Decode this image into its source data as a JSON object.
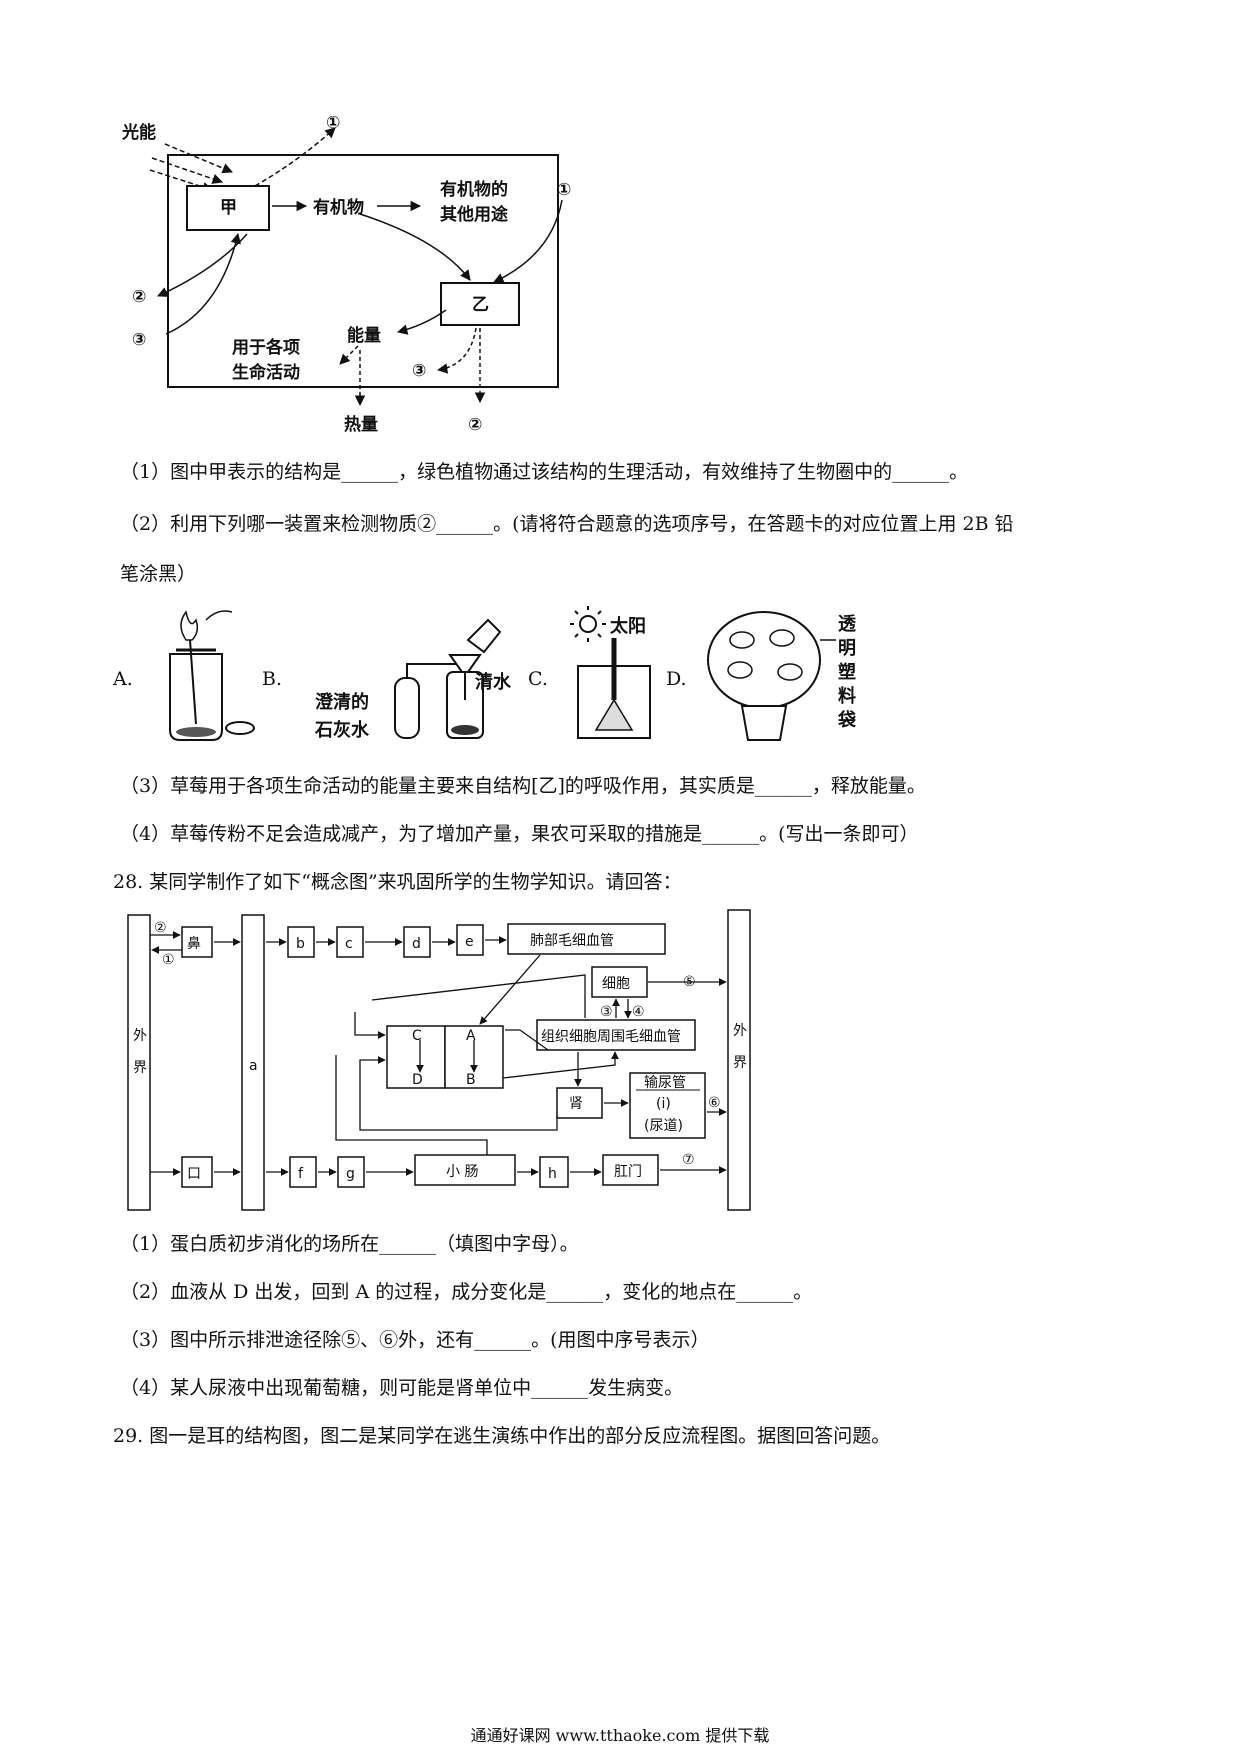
{
  "diagram1": {
    "light": "光能",
    "jia": "甲",
    "organic": "有机物",
    "other_use_1": "有机物的",
    "other_use_2": "其他用途",
    "yi": "乙",
    "energy": "能量",
    "life_1": "用于各项",
    "life_2": "生命活动",
    "heat": "热量",
    "m1": "①",
    "m2": "②",
    "m3": "③"
  },
  "q27": {
    "p1": "（1）图中甲表示的结构是______，绿色植物通过该结构的生理活动，有效维持了生物圈中的______。",
    "p2a": "（2）利用下列哪一装置来检测物质②______。(请将符合题意的选项序号，在答题卡的对应位置上用 2B 铅",
    "p2b": "笔涂黑）",
    "opt_a": "A.",
    "opt_b": "B.",
    "opt_c": "C.",
    "opt_d": "D.",
    "lime_1": "澄清的",
    "lime_2": "石灰水",
    "water": "清水",
    "sun": "太阳",
    "bag": [
      "透",
      "明",
      "塑",
      "料",
      "袋"
    ],
    "p3": "（3）草莓用于各项生命活动的能量主要来自结构[乙]的呼吸作用，其实质是______，释放能量。",
    "p4": "（4）草莓传粉不足会造成减产，为了增加产量，果农可采取的措施是______。(写出一条即可）"
  },
  "q28": {
    "title": "28. 某同学制作了如下“概念图”来巩固所学的生物学知识。请回答：",
    "outside": [
      "外",
      "界"
    ],
    "nose": "鼻",
    "mouth": "口",
    "a": "a",
    "b": "b",
    "c": "c",
    "d": "d",
    "e": "e",
    "f": "f",
    "g": "g",
    "h": "h",
    "lung_cap": "肺部毛细血管",
    "cell": "细胞",
    "tissue_cap": "组织细胞周围毛细血管",
    "heart_c": "C",
    "heart_d": "D",
    "heart_a": "A",
    "heart_b": "B",
    "kidney": "肾",
    "ureter": "输尿管",
    "ureter_i": "(i)",
    "urethra": "(尿道)",
    "intestine": "小  肠",
    "anus": "肛门",
    "n1": "①",
    "n2": "②",
    "n3": "③",
    "n4": "④",
    "n5": "⑤",
    "n6": "⑥",
    "n7": "⑦",
    "p1": "（1）蛋白质初步消化的场所在______（填图中字母）。",
    "p2": "（2）血液从 D 出发，回到 A 的过程，成分变化是______，变化的地点在______。",
    "p3": "（3）图中所示排泄途径除⑤、⑥外，还有______。(用图中序号表示）",
    "p4": "（4）某人尿液中出现葡萄糖，则可能是肾单位中______发生病变。"
  },
  "q29": {
    "title": "29. 图一是耳的结构图，图二是某同学在逃生演练中作出的部分反应流程图。据图回答问题。"
  },
  "footer": "通通好课网  www.tthaoke.com  提供下载"
}
